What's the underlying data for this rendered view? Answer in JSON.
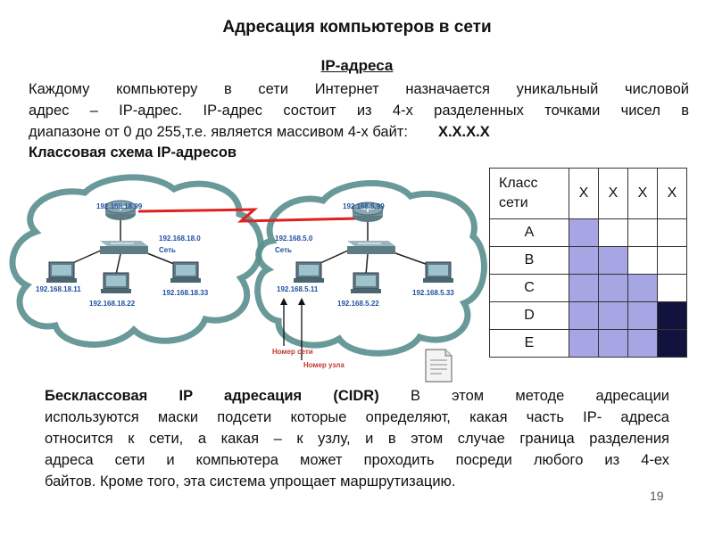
{
  "title": "Адресация компьютеров в сети",
  "subtitle": "IP-адреса",
  "intro": {
    "line1": "Каждому компьютеру в сети Интернет назначается уникальный числовой",
    "line2": "адрес – IP-адрес. IP-адрес состоит из 4-х разделенных точками чисел в",
    "line3": "диапазоне от 0 до 255,т.е. является массивом 4-х байт:",
    "pattern": "X.X.X.X"
  },
  "classful_heading": "Классовая схема IP-адресов",
  "diagram": {
    "left": {
      "router_ip": "192.168.18.99",
      "network_ip": "192.168.18.0",
      "network_label": "Сеть",
      "host1": "192.168.18.11",
      "host2": "192.168.18.22",
      "host3": "192.168.18.33"
    },
    "right": {
      "router_ip": "192.168.5.99",
      "network_ip": "192.168.5.0",
      "network_label": "Сеть",
      "host1": "192.168.5.11",
      "host2": "192.168.5.22",
      "host3": "192.168.5.33"
    },
    "network_number_label": "Номер сети",
    "host_number_label": "Номер узла"
  },
  "class_table": {
    "header_line1": "Класс",
    "header_line2": "сети",
    "byte_headers": [
      "X",
      "X",
      "X",
      "X"
    ],
    "rows": [
      {
        "label": "A",
        "cells": [
          "net",
          "host",
          "host",
          "host"
        ]
      },
      {
        "label": "B",
        "cells": [
          "net",
          "net",
          "host",
          "host"
        ]
      },
      {
        "label": "C",
        "cells": [
          "net",
          "net",
          "net",
          "host"
        ]
      },
      {
        "label": "D",
        "cells": [
          "net",
          "net",
          "net",
          "dark"
        ]
      },
      {
        "label": "E",
        "cells": [
          "net",
          "net",
          "net",
          "dark"
        ]
      }
    ],
    "colors": {
      "net": "#a6a6e4",
      "host": "#ffffff",
      "dark": "#12123f"
    }
  },
  "cidr": {
    "heading": "Бесклассовая IP адресация (CIDR)",
    "line1_rest": "В этом методе адресации",
    "line2": "используются маски подсети которые определяют, какая часть IP- адреса",
    "line3": "относится к сети, а какая – к узлу, и в этом случае граница разделения",
    "line4": "адреса сети и компьютера может проходить посреди любого из 4-ех",
    "line5": "байтов. Кроме того, эта система упрощает маршрутизацию."
  },
  "page_number": "19"
}
